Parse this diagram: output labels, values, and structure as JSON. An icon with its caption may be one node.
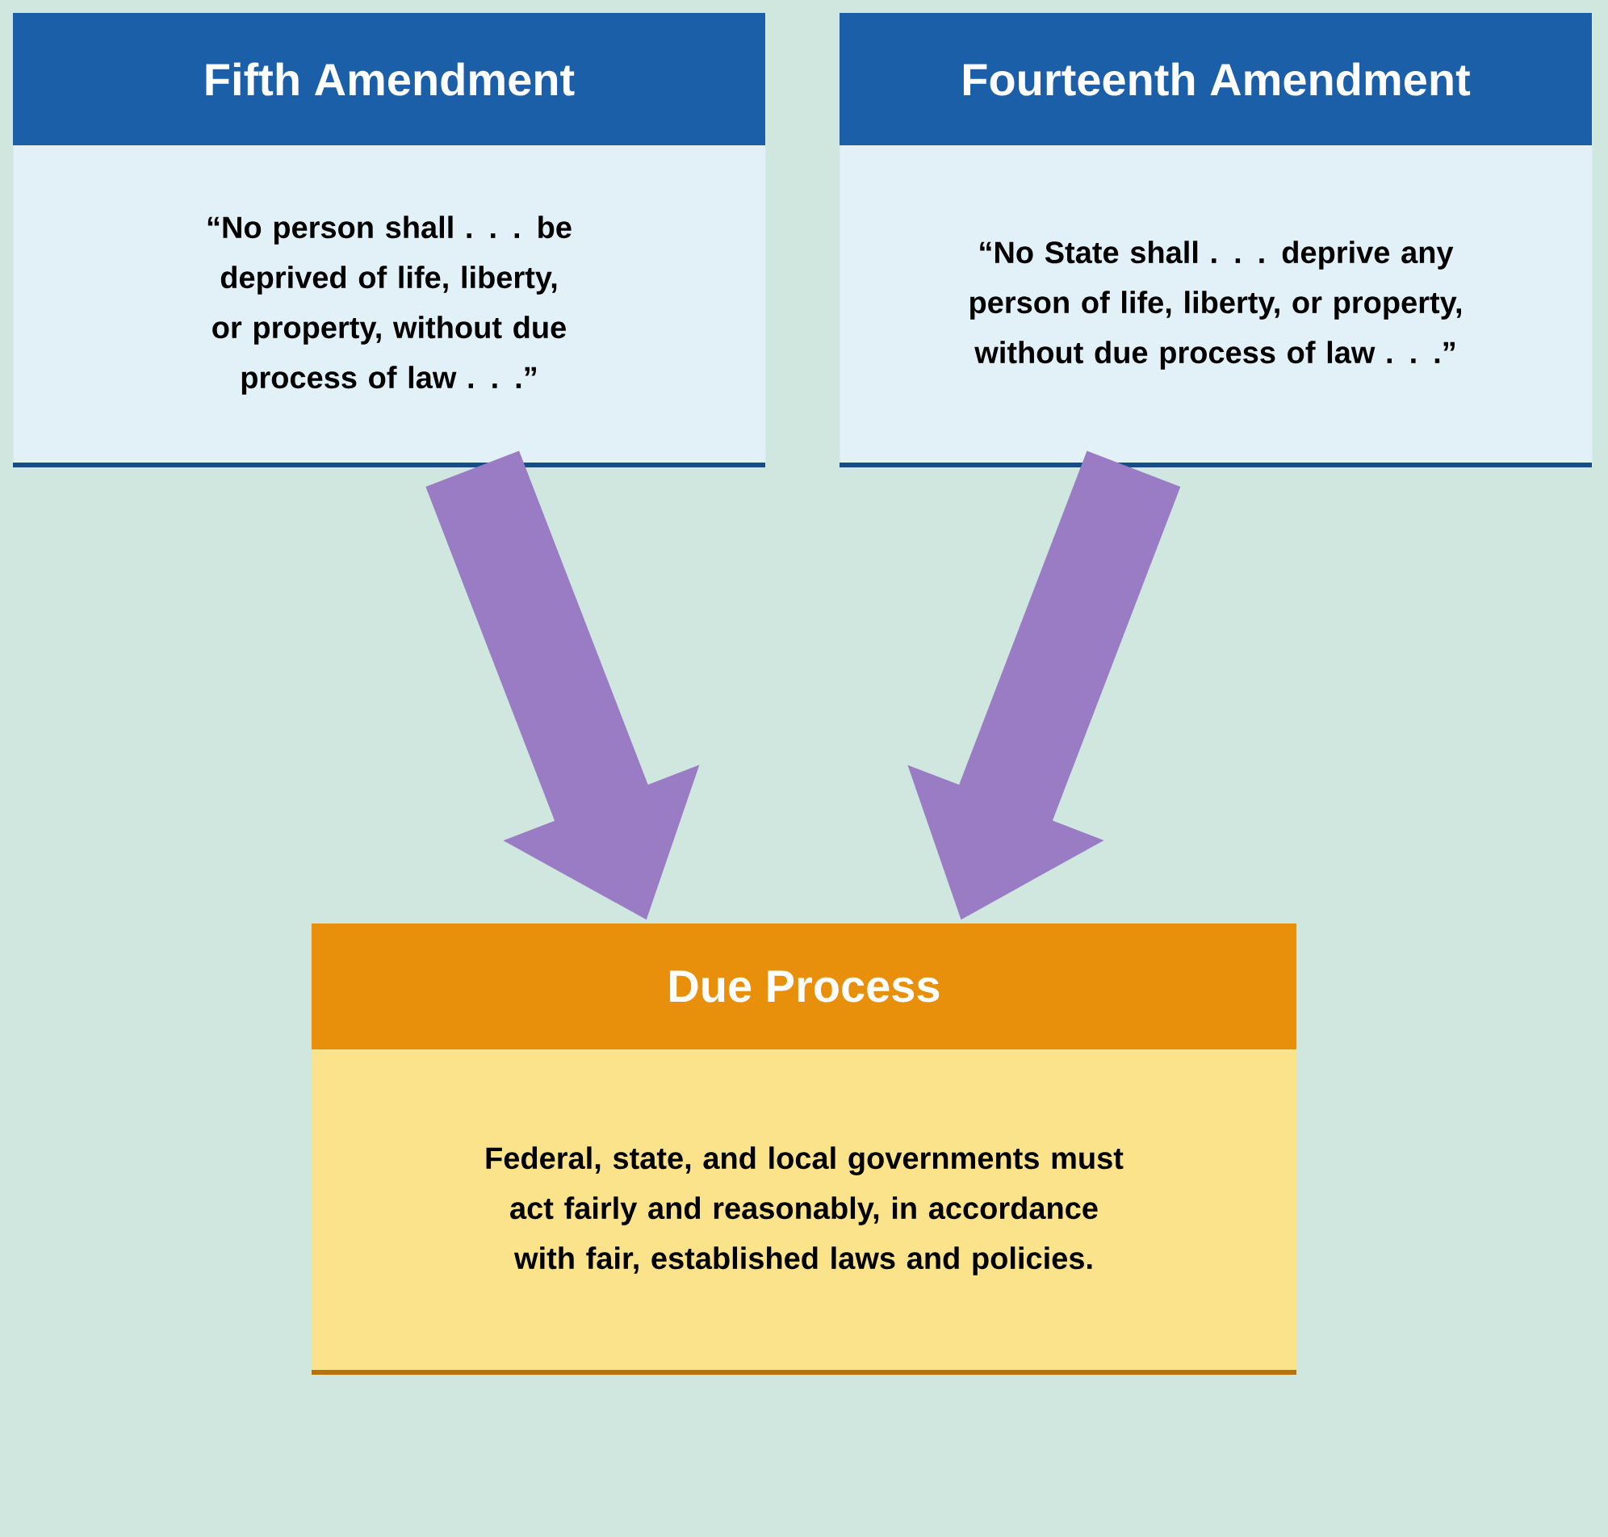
{
  "diagram": {
    "nodes": [
      {
        "text": [
          "Fifth Amendment",
          "“No person shall . . . be deprived of life, liberty, or property, without due process of law . . .”"
        ]
      },
      {
        "text": [
          "Fourteenth Amendment",
          "“No State shall . . . deprive any person of life, liberty, or property, without due process of law . . .”"
        ]
      },
      {
        "text": [
          "Due Process",
          "Federal, state, and local governments must act fairly and reasonably, in accordance with fair, established laws and policies."
        ]
      }
    ],
    "edges": [
      {
        "from": 0,
        "to": 2,
        "arrow": "to"
      },
      {
        "from": 1,
        "to": 2,
        "arrow": "to"
      }
    ]
  }
}
